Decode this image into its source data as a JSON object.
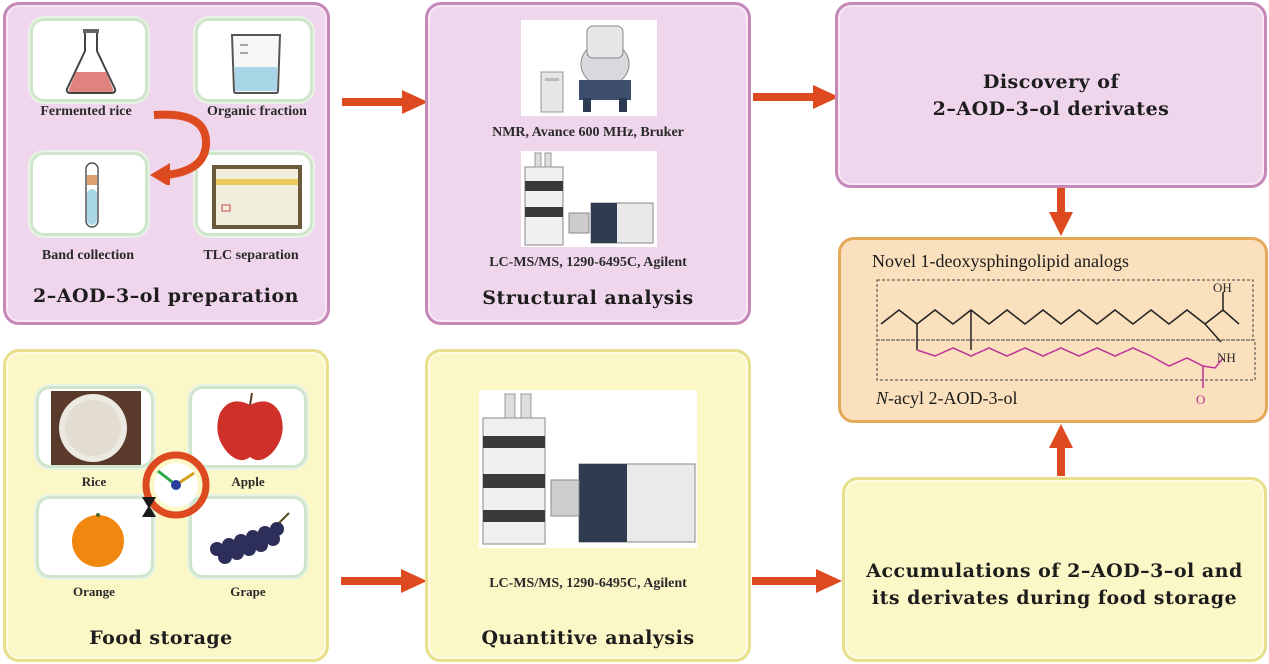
{
  "prep": {
    "items": [
      "Fermented rice",
      "Organic fraction",
      "Band collection",
      "TLC separation"
    ],
    "title": "2–AOD–3–ol preparation"
  },
  "structural": {
    "nmr_label": "NMR, Avance 600 MHz, Bruker",
    "lcms_label": "LC-MS/MS, 1290-6495C, Agilent",
    "title": "Structural analysis"
  },
  "discovery": {
    "line1": "Discovery of",
    "line2": "2–AOD–3–ol derivates"
  },
  "analogs": {
    "title": "Novel 1-deoxysphingolipid analogs",
    "oh_label": "OH",
    "nh_label": "NH",
    "o_label": "O",
    "acyl_italic": "N",
    "acyl_rest": "-acyl 2-AOD-3-ol"
  },
  "food": {
    "items": [
      "Rice",
      "Apple",
      "Orange",
      "Grape"
    ],
    "title": "Food storage"
  },
  "quant": {
    "lcms_label": "LC-MS/MS, 1290-6495C, Agilent",
    "title": "Quantitive analysis"
  },
  "accum": {
    "line1": "Accumulations of 2–AOD–3–ol and",
    "line2": "its derivates during food storage"
  },
  "colors": {
    "arrow": "#de4a1f",
    "pink_panel": "#f0d6ec",
    "yellow_panel": "#fbf7c7",
    "orange_panel": "#fbe0bd",
    "acyl_chain": "#c0309a"
  }
}
